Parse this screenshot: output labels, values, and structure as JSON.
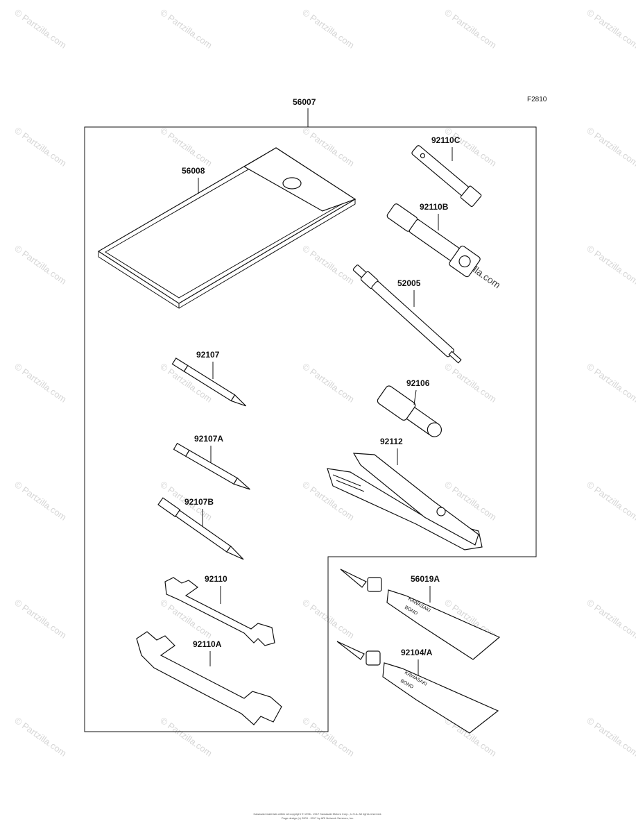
{
  "figure_code": "F2810",
  "kit_label": "56007",
  "watermark": "© Partzilla.com",
  "tube_text": {
    "brand": "KAWASAKI",
    "product": "BOND"
  },
  "parts": [
    {
      "id": "56008",
      "label": "56008"
    },
    {
      "id": "92110C",
      "label": "92110C"
    },
    {
      "id": "92110B",
      "label": "92110B"
    },
    {
      "id": "52005",
      "label": "52005"
    },
    {
      "id": "92107",
      "label": "92107"
    },
    {
      "id": "92106",
      "label": "92106"
    },
    {
      "id": "92107A",
      "label": "92107A"
    },
    {
      "id": "92112",
      "label": "92112"
    },
    {
      "id": "92107B",
      "label": "92107B"
    },
    {
      "id": "56019A",
      "label": "56019A"
    },
    {
      "id": "92110",
      "label": "92110"
    },
    {
      "id": "92104A",
      "label": "92104/A"
    },
    {
      "id": "92110A",
      "label": "92110A"
    }
  ],
  "footer": {
    "line1": "Kawasaki materials within all copyright © 1996 - 2017 Kawasaki Motors Corp., U.S.A. All rights reserved.",
    "line2": "Page design (c) 2003 - 2017 by ARI Network Services, Inc."
  }
}
